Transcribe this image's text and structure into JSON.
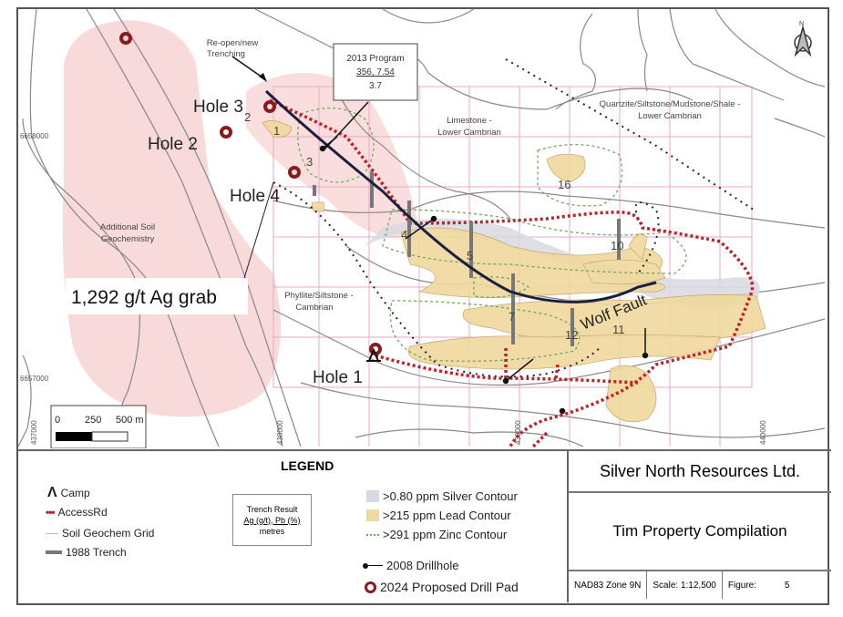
{
  "map": {
    "labels": {
      "hole1": "Hole 1",
      "hole2": "Hole 2",
      "hole3": "Hole 3",
      "hole4": "Hole 4",
      "grab": "1,292 g/t Ag grab",
      "additional_soil": [
        "Additional Soil",
        "Geochemistry"
      ],
      "phyllite": [
        "Phyllite/Siltstone -",
        "Cambrian"
      ],
      "limestone": [
        "Limestone -",
        "Lower Cambrian"
      ],
      "quartzite": [
        "Quartzite/Siltstone/Mudstone/Shale -",
        "Lower Cambrian"
      ],
      "trenching": [
        "Re-open/new",
        "Trenching"
      ],
      "wolf_fault": "Wolf Fault",
      "north": "N"
    },
    "program_box": {
      "title": "2013 Program",
      "values": "356, 7.54",
      "metres": "3.7"
    },
    "trench_numbers": [
      "1",
      "2",
      "3",
      "4",
      "5",
      "7",
      "10",
      "11",
      "12",
      "16"
    ],
    "northings": [
      "6658000",
      "6657000"
    ],
    "eastings": [
      "437000",
      "438000",
      "439000",
      "440000"
    ],
    "scale_bar": {
      "ticks": [
        "0",
        "250",
        "500 m"
      ]
    }
  },
  "legend": {
    "title": "LEGEND",
    "camp": "Camp",
    "access_rd": "AccessRd",
    "soil_grid": "Soil Geochem Grid",
    "trench_1988": "1988 Trench",
    "trench_result": {
      "title": "Trench Result",
      "units": "Ag (g/t), Pb (%)",
      "metres": "metres"
    },
    "silver": ">0.80 ppm Silver Contour",
    "lead": ">215 ppm Lead Contour",
    "zinc": ">291 ppm Zinc Contour",
    "drillhole": "2008 Drillhole",
    "drill_pad": "2024 Proposed Drill Pad"
  },
  "title_block": {
    "company": "Silver North Resources Ltd.",
    "title": "Tim Property Compilation",
    "datum": "NAD83 Zone 9N",
    "scale": "Scale: 1:12,500",
    "figure_label": "Figure:",
    "figure_number": "5"
  },
  "colors": {
    "access_rd": "#c0202a",
    "pad": "#8b1a1f",
    "lead": "#f0d9a0",
    "silver": "#d8d8e0",
    "zinc": "#6aaa5a",
    "fault": "#1a2040",
    "soil_zone": "#f8d6d6",
    "grid": "#e9a8c8"
  }
}
